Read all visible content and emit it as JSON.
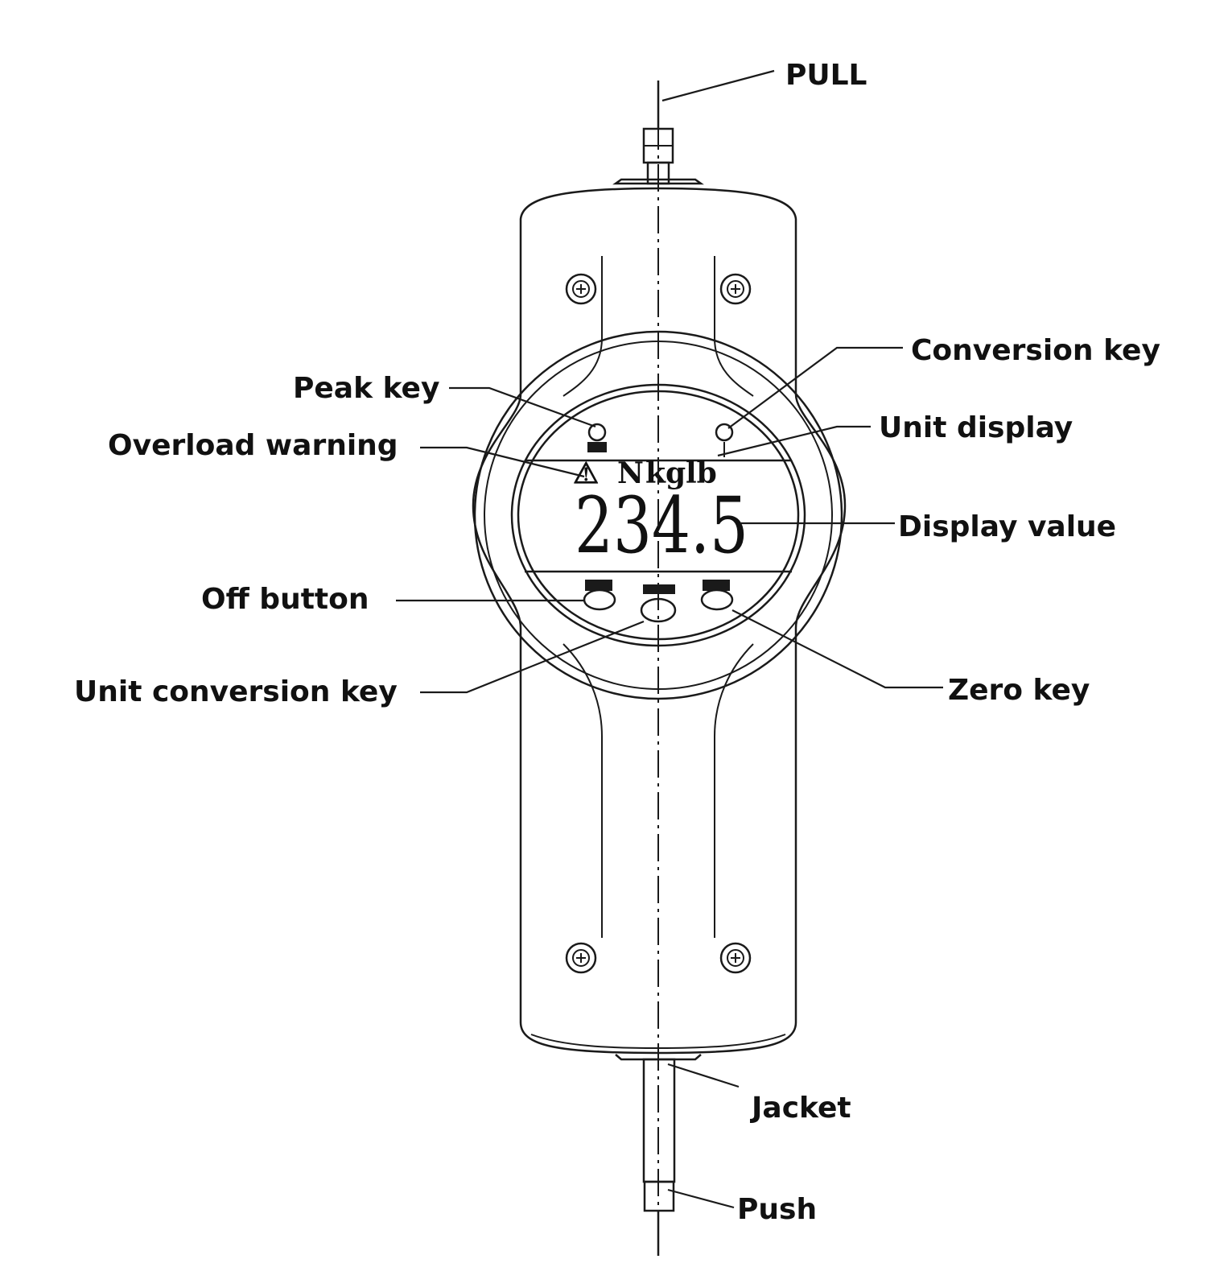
{
  "labels": {
    "pull": "PULL",
    "conversion_key": "Conversion key",
    "peak_key": "Peak key",
    "unit_display": "Unit display",
    "overload_warning": "Overload warning",
    "display_value": "Display value",
    "off_button": "Off button",
    "unit_conversion_key": "Unit conversion key",
    "zero_key": "Zero key",
    "jacket": "Jacket",
    "push": "Push"
  },
  "lcd": {
    "overload_symbol": "⚠",
    "unit_n": "N",
    "unit_kg": "kg",
    "unit_lb": "lb",
    "value": "234.5"
  },
  "colors": {
    "line": "#1a1a1a",
    "background": "#ffffff"
  }
}
